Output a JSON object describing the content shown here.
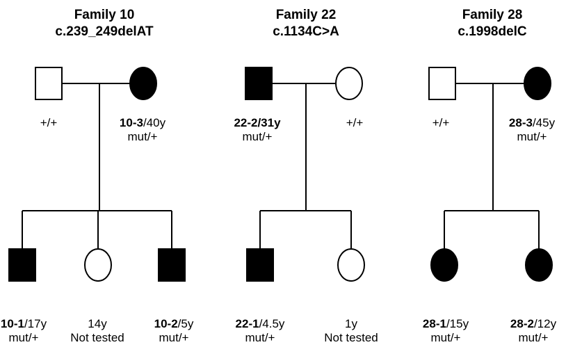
{
  "families": [
    {
      "title": "Family 10",
      "mutation": "c.239_249delAT",
      "father": {
        "id": "",
        "age": "",
        "genotype": "+/+",
        "affected": false,
        "sex": "male"
      },
      "mother": {
        "id": "10-3",
        "age": "/40y",
        "genotype": "mut/+",
        "affected": true,
        "sex": "female"
      },
      "children": [
        {
          "id": "10-1",
          "age": "/17y",
          "genotype": "mut/+",
          "affected": true,
          "sex": "male"
        },
        {
          "id": "",
          "age": "14y",
          "genotype": "Not tested",
          "affected": false,
          "sex": "female"
        },
        {
          "id": "10-2",
          "age": "/5y",
          "genotype": "mut/+",
          "affected": true,
          "sex": "male"
        }
      ]
    },
    {
      "title": "Family 22",
      "mutation": "c.1134C>A",
      "father": {
        "id": "22-2/31y",
        "age": "",
        "genotype": "mut/+",
        "affected": true,
        "sex": "male"
      },
      "mother": {
        "id": "",
        "age": "",
        "genotype": "+/+",
        "affected": false,
        "sex": "female"
      },
      "children": [
        {
          "id": "22-1",
          "age": "/4.5y",
          "genotype": "mut/+",
          "affected": true,
          "sex": "male"
        },
        {
          "id": "",
          "age": "1y",
          "genotype": "Not tested",
          "affected": false,
          "sex": "female"
        }
      ]
    },
    {
      "title": "Family 28",
      "mutation": "c.1998delC",
      "father": {
        "id": "",
        "age": "",
        "genotype": "+/+",
        "affected": false,
        "sex": "male"
      },
      "mother": {
        "id": "28-3",
        "age": "/45y",
        "genotype": "mut/+",
        "affected": true,
        "sex": "female"
      },
      "children": [
        {
          "id": "28-1",
          "age": "/15y",
          "genotype": "mut/+",
          "affected": true,
          "sex": "female"
        },
        {
          "id": "28-2",
          "age": "/12y",
          "genotype": "mut/+",
          "affected": true,
          "sex": "female"
        }
      ]
    }
  ]
}
